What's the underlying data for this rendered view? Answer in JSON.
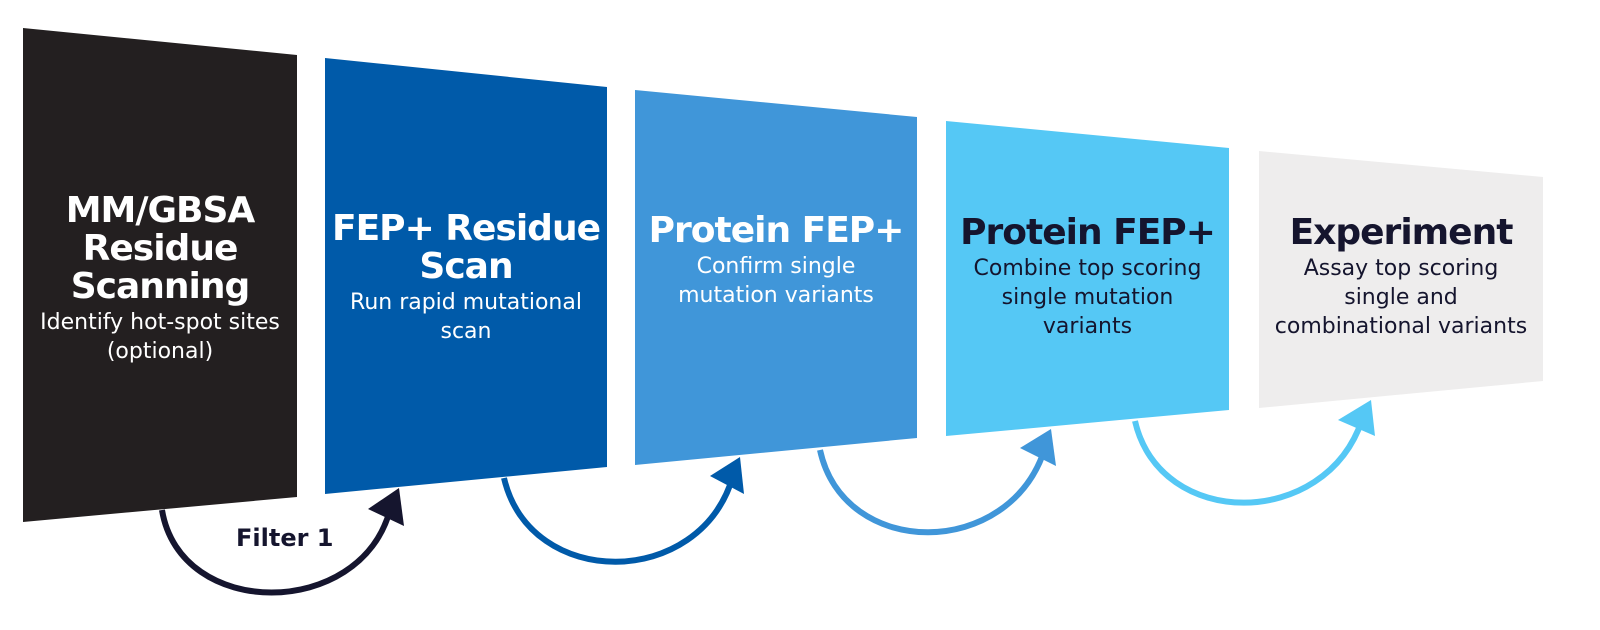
{
  "stages": [
    {
      "title_lines": [
        "MM/GBSA",
        "Residue",
        "Scanning"
      ],
      "desc_lines": [
        "Identify hot-spot sites",
        "(optional)"
      ],
      "fill": "#231f20",
      "text_color": "#ffffff"
    },
    {
      "title_lines": [
        "FEP+ Residue",
        "Scan"
      ],
      "desc_lines": [
        "Run rapid mutational",
        "scan"
      ],
      "fill": "#005aa9",
      "text_color": "#ffffff"
    },
    {
      "title_lines": [
        "Protein FEP+"
      ],
      "desc_lines": [
        "Confirm single",
        "mutation variants"
      ],
      "fill": "#4096d9",
      "text_color": "#ffffff"
    },
    {
      "title_lines": [
        "Protein FEP+"
      ],
      "desc_lines": [
        "Combine top scoring",
        "single mutation",
        "variants"
      ],
      "fill": "#55c8f5",
      "text_color": "#15152e"
    },
    {
      "title_lines": [
        "Experiment"
      ],
      "desc_lines": [
        "Assay top scoring",
        "single and",
        "combinational variants"
      ],
      "fill": "#eeeded",
      "text_color": "#15152e"
    }
  ],
  "arrows": [
    {
      "label": "Filter 1",
      "color": "#15152e"
    },
    {
      "label": "",
      "color": "#005aa9"
    },
    {
      "label": "",
      "color": "#4096d9"
    },
    {
      "label": "",
      "color": "#55c8f5"
    }
  ]
}
